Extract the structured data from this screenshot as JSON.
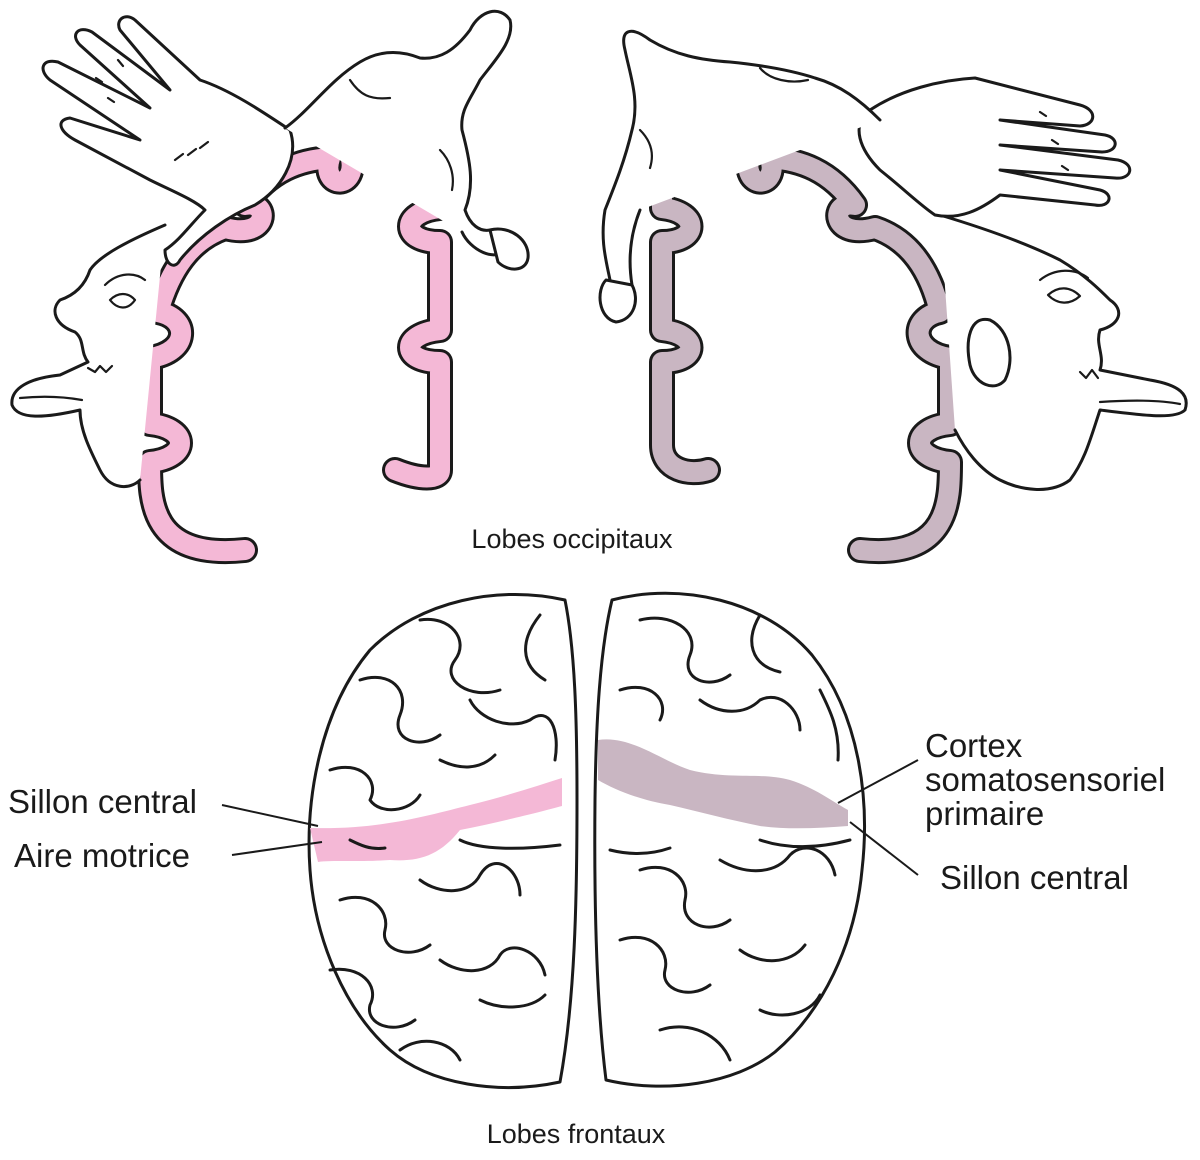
{
  "labels": {
    "occipital": "Lobes occipitaux",
    "frontal": "Lobes frontaux",
    "left_sulcus": "Sillon central",
    "left_motor": "Aire motrice",
    "right_cortex_line1": "Cortex",
    "right_cortex_line2": "somatosensoriel",
    "right_cortex_line3": "primaire",
    "right_sulcus": "Sillon central"
  },
  "colors": {
    "motor": "#f4b8d6",
    "sensory": "#c9b6c2",
    "ink": "#1a1a1a",
    "background": "#ffffff"
  }
}
